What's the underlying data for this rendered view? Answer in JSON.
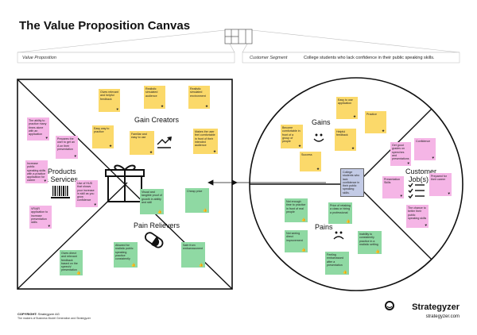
{
  "title": "The Value Proposition Canvas",
  "headers": {
    "value_proposition": "Value Proposition",
    "customer_segment": "Customer Segment",
    "segment_description": "College students who lack confidence in their public speaking skills."
  },
  "sections": {
    "gain_creators": "Gain Creators",
    "pain_relievers": "Pain Relievers",
    "products_services_line1": "Products",
    "products_services_line2": "& Services",
    "gains": "Gains",
    "pains": "Pains",
    "customer_jobs_line1": "Customer",
    "customer_jobs_line2": "Job(s)"
  },
  "notes": {
    "gc1": "Gives relevant and helpful feedback",
    "gc2": "Realistic simulated audience",
    "gc3": "Realistic simulated environment",
    "gc4": "Easy way to practice",
    "gc5": "Familiar and easy to use",
    "gc6": "Makes the user feel comfortable in front of their intended audience",
    "ps1": "The ability to practice many times alone with an application",
    "ps2": "Prepares the user to get an A on their presentation",
    "ps3": "Increase public speaking skills with a practice application for career success",
    "ps4": "Use of HUD that shows your increase in skill as you grow confidence",
    "ps5": "VR/AR application to increase presentation skills",
    "pr1": "Visual and tangible proof of growth in ability and skill",
    "pr2": "Cheap price",
    "pr3": "Gives direct and relevant feedback based on the speech/ presentation",
    "pr4": "Allowed for realistic public speaking practice consistently",
    "pr5": "Safe from embarrassment",
    "g1": "Easy to use application",
    "g2": "Become comfortable in front of a group of people",
    "g3": "Practice",
    "g4": "Helpful feedback",
    "g5": "Success",
    "cj1": "Get good grades on speeches and presentations",
    "cj2": "Confidence",
    "cj3": "Presentation Skills",
    "cj4": "Prepared for their career",
    "cj5": "The chance to better their public speaking skills",
    "center": "College students who lack confidence in their public speaking skills.",
    "p1": "Not enough time to practice in front of real people",
    "p2": "Price of retaking a class or hiring a professional",
    "p3": "Not seeing direct improvement",
    "p4": "Inability to consistently practice in a realistic setting",
    "p5": "Feeling embarrassed after a presentation"
  },
  "footer": {
    "copyright_label": "COPYRIGHT:",
    "copyright_owner": "Strategyzer AG",
    "tagline": "The makers of Business Model Generation and Strategyzer",
    "brand": "Strategyzer",
    "url": "strategyzer.com"
  }
}
